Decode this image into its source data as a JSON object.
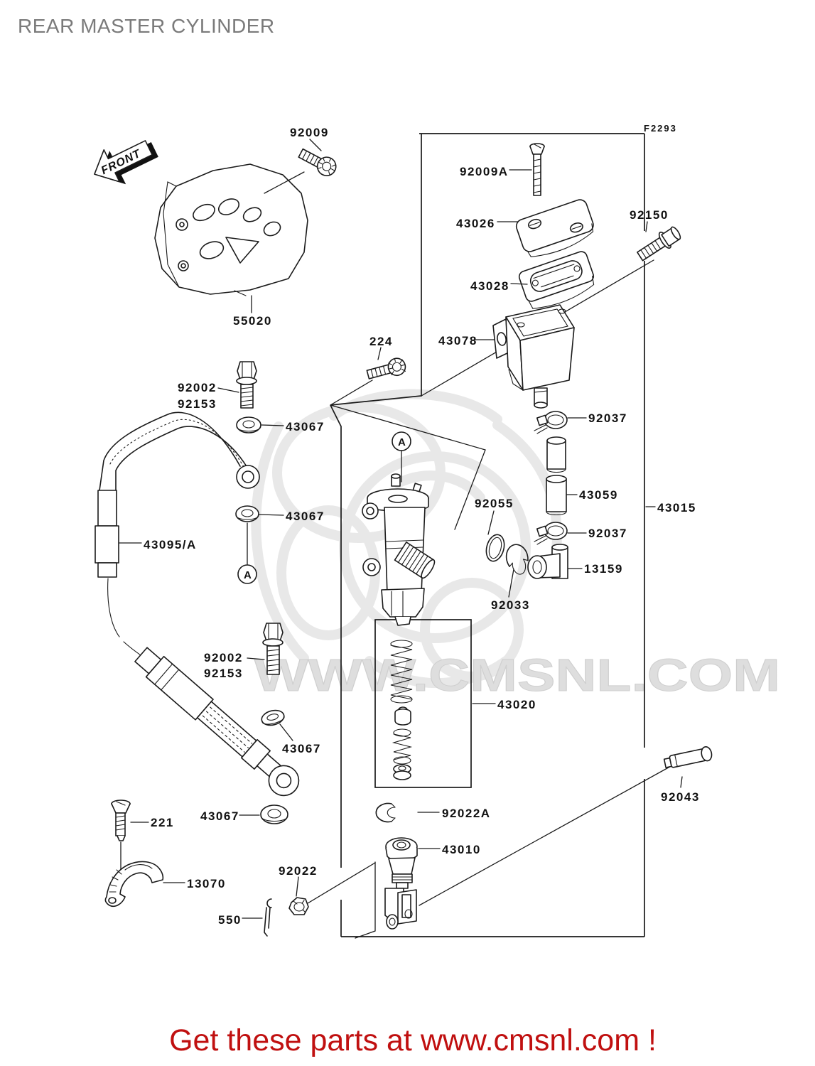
{
  "page": {
    "title": "REAR MASTER CYLINDER",
    "figure_code": "F2293",
    "front_label": "FRONT",
    "banner_text": "Get these parts at www.cmsnl.com !",
    "watermark_text": "WWW.CMSNL.COM",
    "detail_marker": "A",
    "colors": {
      "banner_red": "#c01010",
      "title_gray": "#7a7a7a",
      "line_black": "#1a1a1a",
      "watermark_gray": "#e4e4e4"
    }
  },
  "labels": {
    "p92009": "92009",
    "p92009a": "92009A",
    "p43026": "43026",
    "p43028": "43028",
    "p92150": "92150",
    "p43078": "43078",
    "p92037_1": "92037",
    "p43059": "43059",
    "p92037_2": "92037",
    "p13159": "13159",
    "p43015": "43015",
    "p92055": "92055",
    "p92033": "92033",
    "p224": "224",
    "p92002_1": "92002",
    "p92153_1": "92153",
    "p43067_1": "43067",
    "p43067_2": "43067",
    "p43095": "43095/A",
    "p92002_2": "92002",
    "p92153_2": "92153",
    "p43067_3": "43067",
    "p43020": "43020",
    "p92022a": "92022A",
    "p43010": "43010",
    "p92043": "92043",
    "p43067_4": "43067",
    "p221": "221",
    "p13070": "13070",
    "p92022": "92022",
    "p550": "550",
    "p55020": "55020"
  }
}
